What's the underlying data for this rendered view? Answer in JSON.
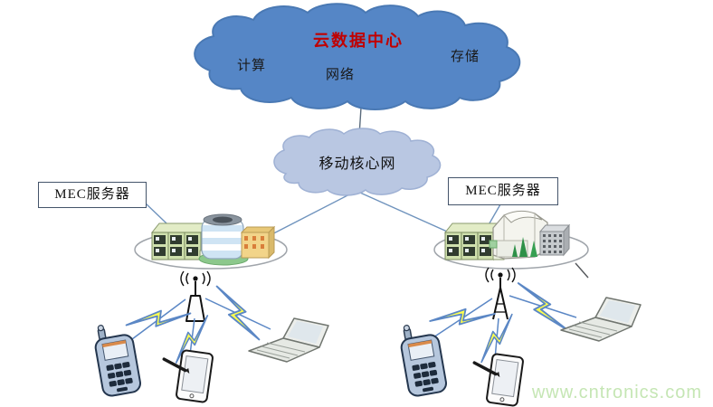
{
  "diagram": {
    "cloud_datacenter": {
      "title": "云数据中心",
      "title_color": "#c00000",
      "fill": "#5586c6",
      "nodes": {
        "compute": "计算",
        "network": "网络",
        "storage": "存储"
      }
    },
    "core_network": {
      "label": "移动核心网",
      "fill": "#b9c7e2"
    },
    "mec_servers": {
      "left_label": "MEC服务器",
      "right_label": "MEC服务器"
    },
    "colors": {
      "connector_line": "#6f93bd",
      "bolt_fill": "#ffff4d",
      "bolt_stroke": "#5b87c5",
      "rack_green": "#cfe0ad",
      "watermark_green": "#c5e6b4"
    },
    "watermark": "www.cntronics.com"
  }
}
